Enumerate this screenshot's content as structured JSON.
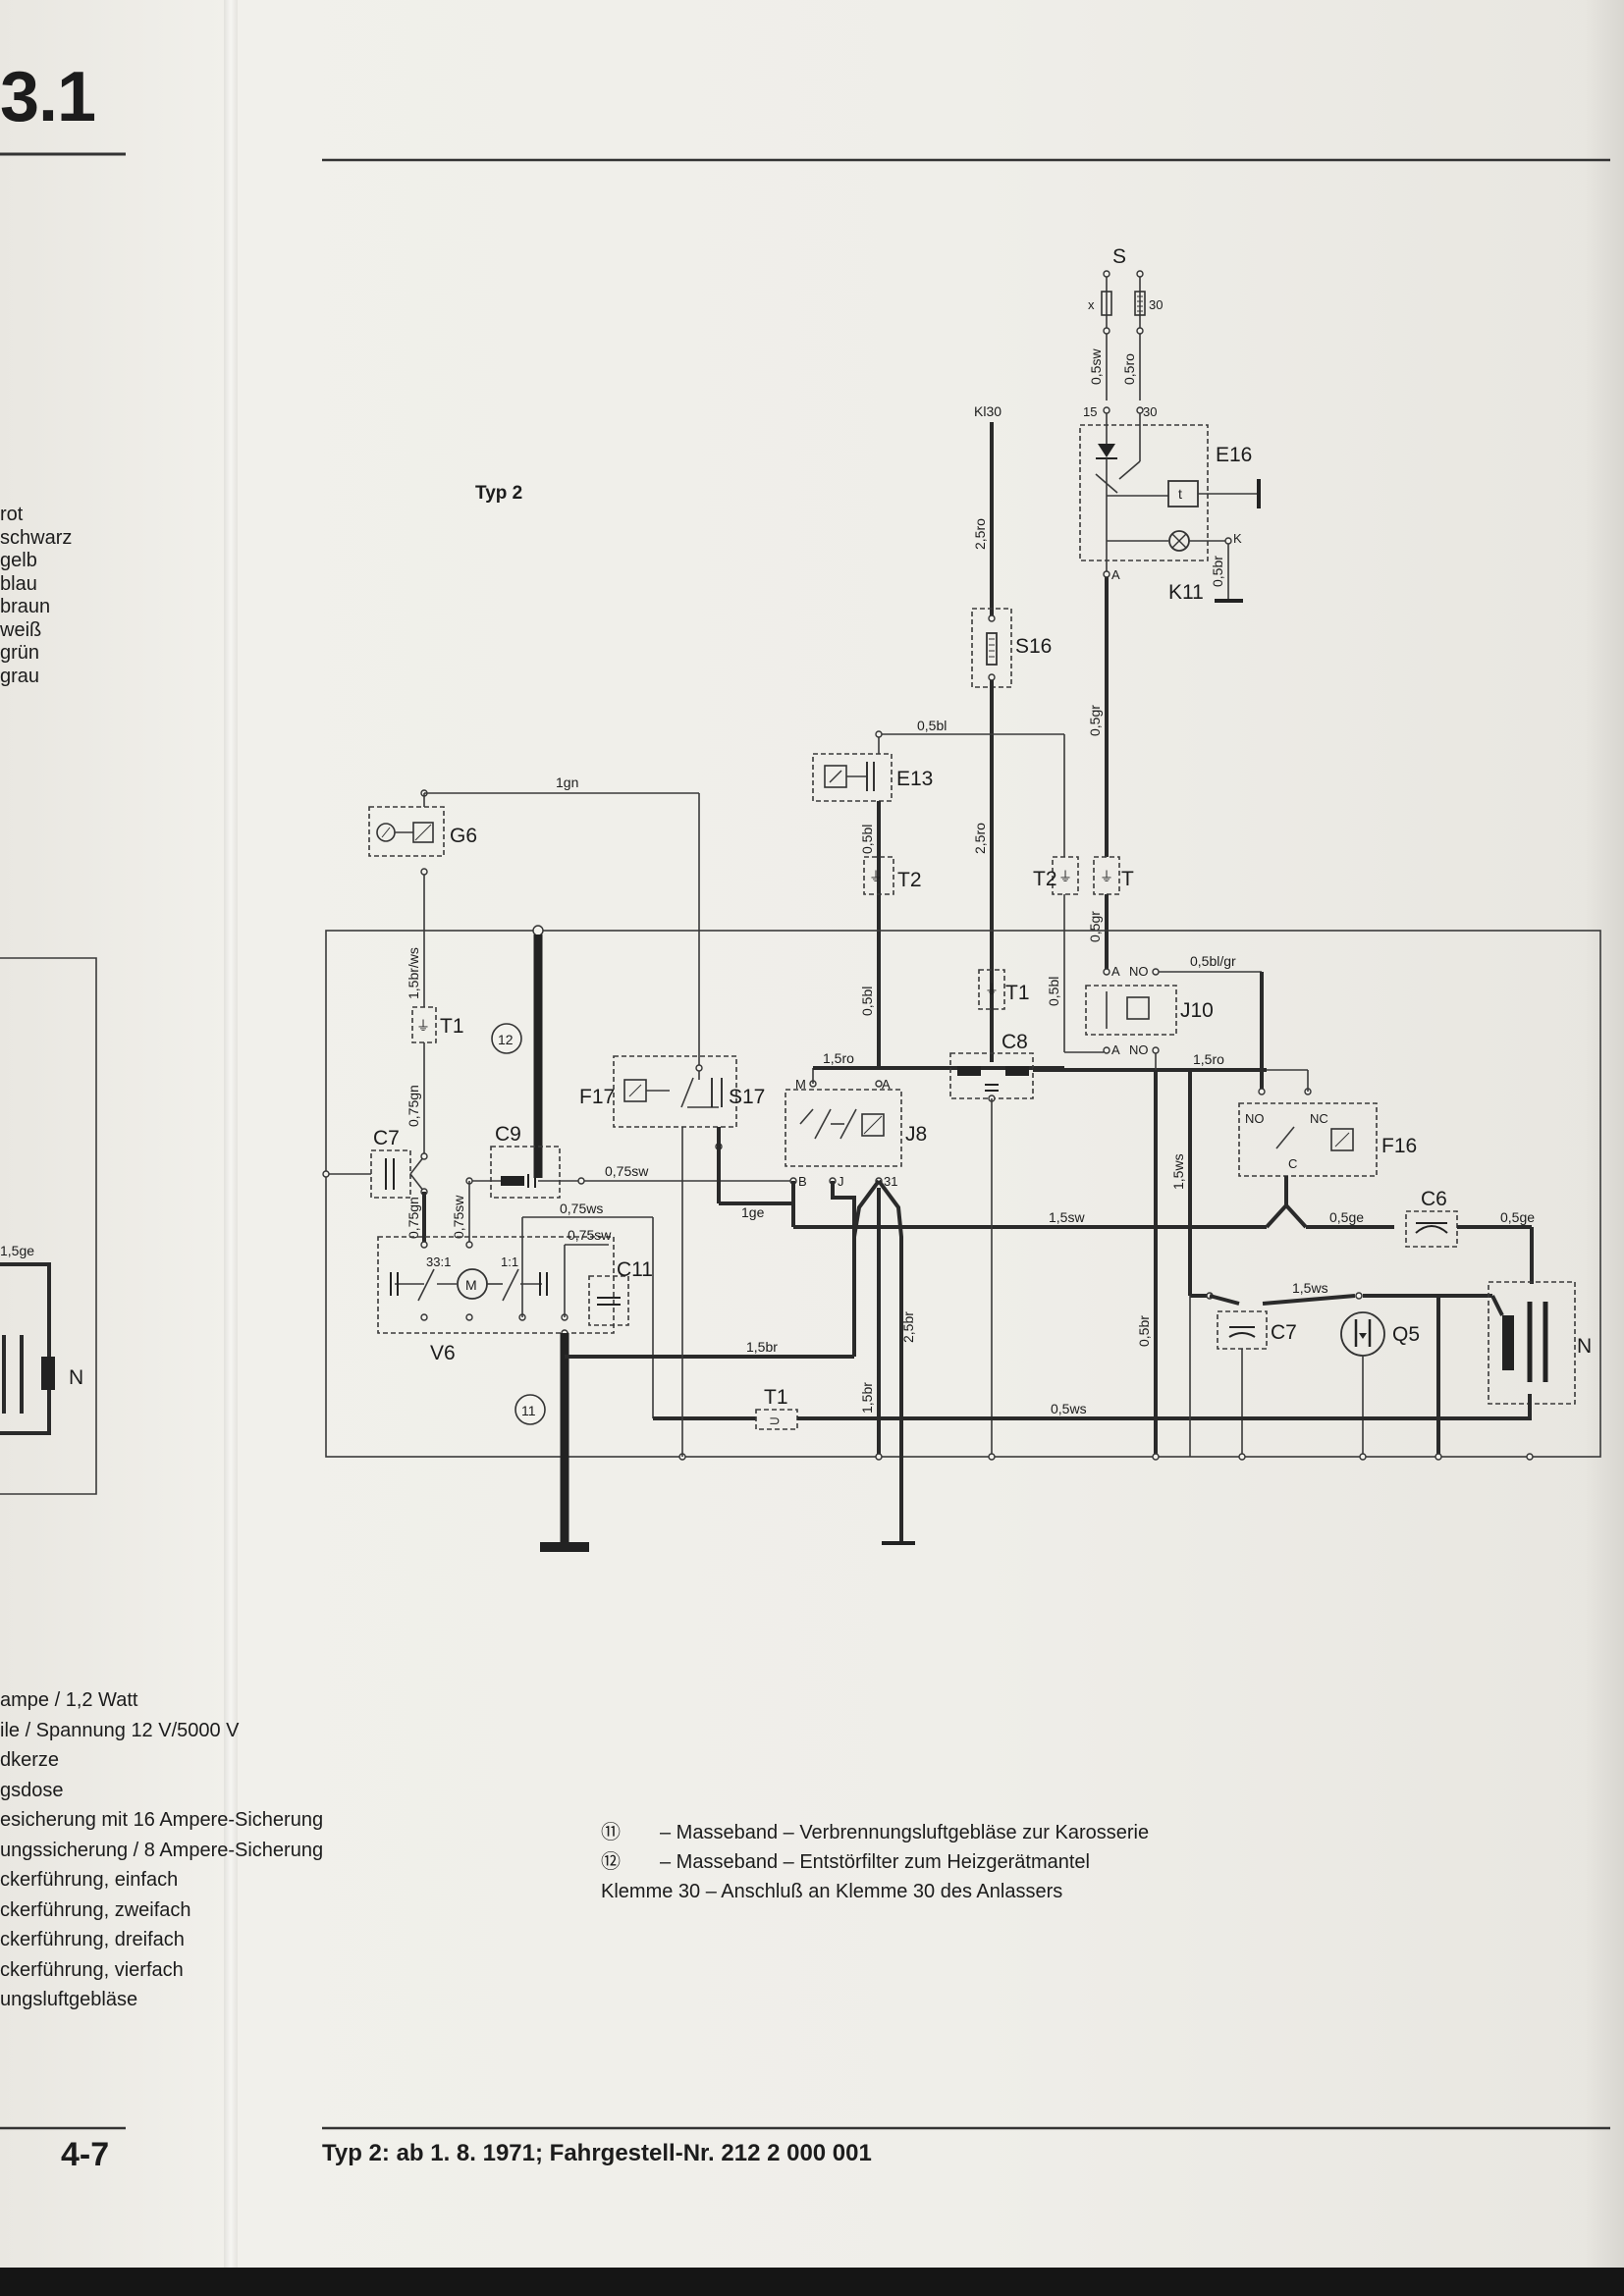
{
  "header": {
    "section_number": "3.1"
  },
  "diagram": {
    "title": "Typ 2",
    "supply": {
      "label": "S",
      "fuse_x": "x",
      "fuse_30": "30",
      "wire_15": "0,5sw",
      "wire_30": "0,5ro",
      "term_15": "15",
      "term_30": "30"
    },
    "kl30": "Kl30",
    "components": {
      "E16": "E16",
      "K11": "K11",
      "S16": "S16",
      "E13": "E13",
      "G6": "G6",
      "T2a": "T2",
      "T2b": "T2",
      "T": "T",
      "T1a": "T1",
      "T1b": "T1",
      "T1c": "T1",
      "J10": "J10",
      "C8": "C8",
      "F17": "F17",
      "S17": "S17",
      "J8": "J8",
      "F16": "F16",
      "C6": "C6",
      "C7a": "C7",
      "C7b": "C7",
      "C9": "C9",
      "C11": "C11",
      "V6": "V6",
      "Q5": "Q5",
      "N": "N"
    },
    "terminals": {
      "A": "A",
      "K": "K",
      "NO": "NO",
      "NC": "NC",
      "C": "C",
      "M": "M",
      "B": "B",
      "J": "J",
      "t31": "31",
      "t": "t",
      "motor": "M",
      "ratio1": "33:1",
      "ratio2": "1:1"
    },
    "wires": {
      "w_2_5ro_a": "2,5ro",
      "w_2_5ro_b": "2,5ro",
      "w_0_5br_k": "0,5br",
      "w_0_5gr_a": "0,5gr",
      "w_0_5gr_b": "0,5gr",
      "w_0_5bl_top": "0,5bl",
      "w_0_5bl_a": "0,5bl",
      "w_0_5bl_b": "0,5bl",
      "w_0_5bl_c": "0,5bl",
      "w_0_5bl_gr": "0,5bl/gr",
      "w_1_5ro_a": "1,5ro",
      "w_1_5ro_b": "1,5ro",
      "w_1gn": "1gn",
      "w_1_5br_ws": "1,5br/ws",
      "w_0_75gn_a": "0,75gn",
      "w_0_75gn_b": "0,75gn",
      "w_0_75sw_a": "0,75sw",
      "w_0_75sw_b": "0,75sw",
      "w_0_75sw_c": "0,75sw",
      "w_0_75ws": "0,75ws",
      "w_1ge": "1ge",
      "w_1_5sw": "1,5sw",
      "w_0_5ge_a": "0,5ge",
      "w_0_5ge_b": "0,5ge",
      "w_1_5ws_a": "1,5ws",
      "w_1_5ws_b": "1,5ws",
      "w_1_5br_a": "1,5br",
      "w_1_5br_b": "1,5br",
      "w_2_5br": "2,5br",
      "w_0_5br_b": "0,5br",
      "w_0_5ws": "0,5ws"
    },
    "markers": {
      "m11": "11",
      "m12": "12"
    },
    "left_fragment": {
      "wire": "1,5ge",
      "N": "N"
    }
  },
  "color_legend": [
    "rot",
    "schwarz",
    "gelb",
    "blau",
    "braun",
    "weiß",
    "grün",
    "grau"
  ],
  "part_list": [
    "ampe / 1,2 Watt",
    "ile / Spannung 12 V/5000 V",
    "dkerze",
    "gsdose",
    "esicherung mit 16 Ampere-Sicherung",
    "ungssicherung / 8 Ampere-Sicherung",
    "ckerführung, einfach",
    "ckerführung, zweifach",
    "ckerführung, dreifach",
    "ckerführung, vierfach",
    "ungsluftgebläse"
  ],
  "notes": [
    {
      "symbol": "⑪",
      "text": "– Masseband – Verbrennungsluftgebläse zur Karosserie"
    },
    {
      "symbol": "⑫",
      "text": "– Masseband – Entstörfilter zum Heizgerätmantel"
    },
    {
      "symbol": "",
      "text": "Klemme 30 – Anschluß an Klemme 30 des Anlassers"
    }
  ],
  "footer": {
    "page_number": "4-7",
    "caption": "Typ 2: ab 1. 8. 1971; Fahrgestell-Nr. 212 2 000 001"
  }
}
